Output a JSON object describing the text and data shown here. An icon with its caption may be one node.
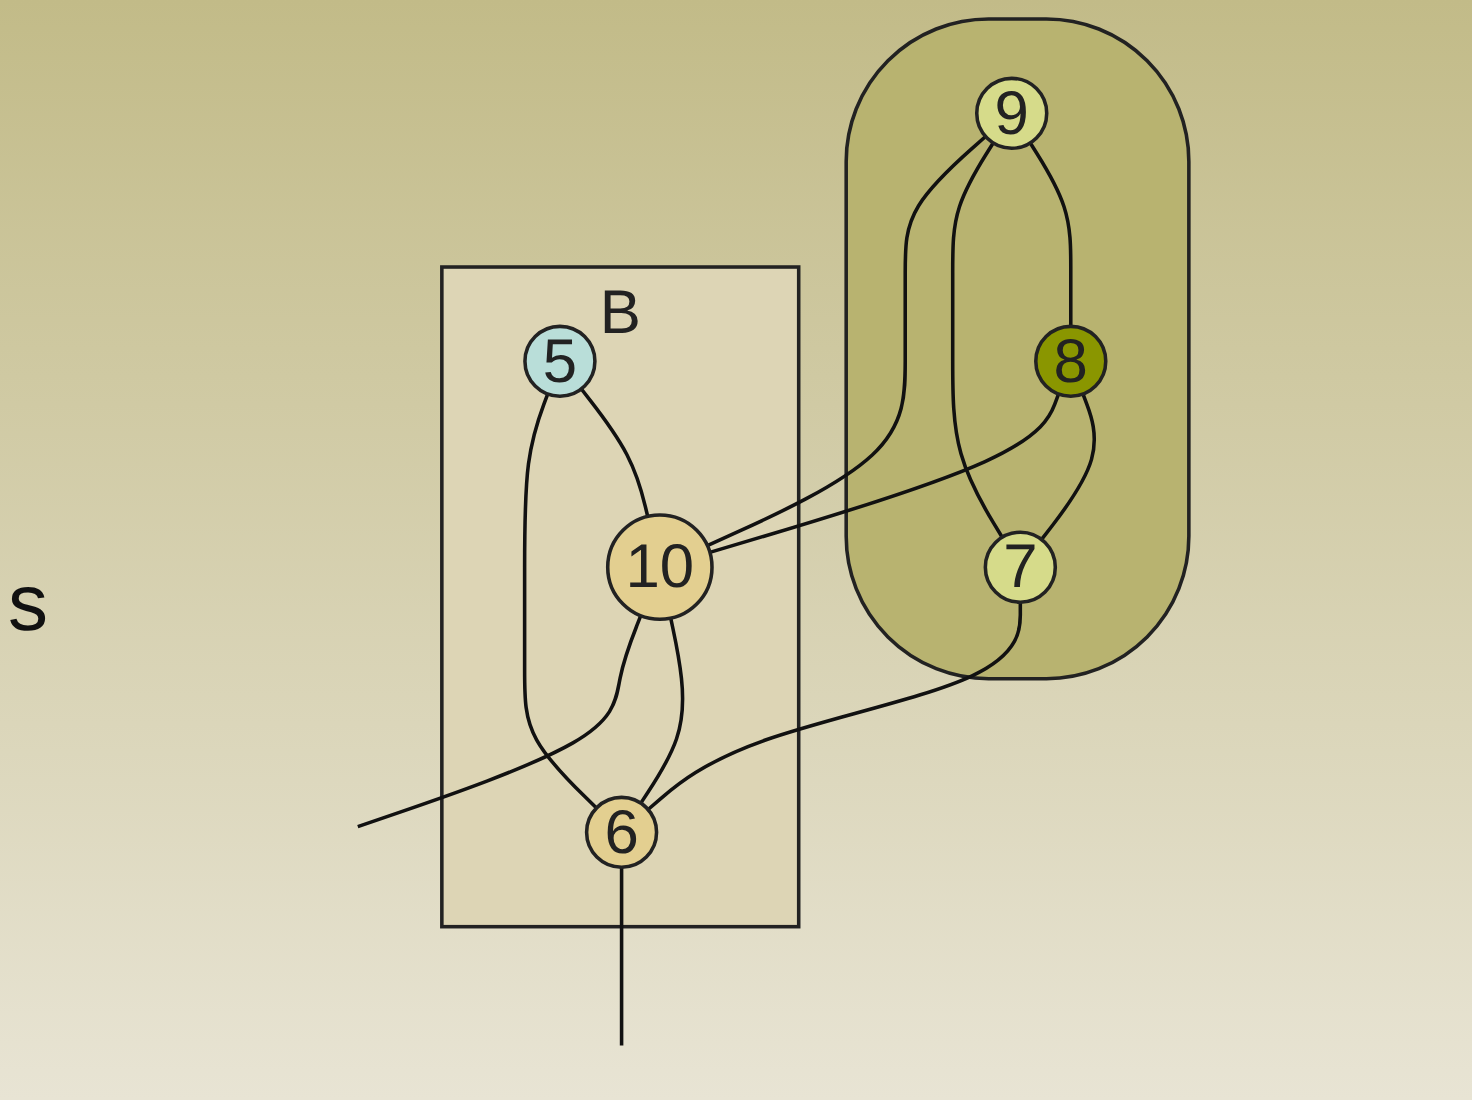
{
  "diagram": {
    "nodes": [
      {
        "text": [],
        "shape": "cloud"
      },
      {
        "text": [
          "9"
        ],
        "in": 0
      },
      {
        "text": [
          "8"
        ],
        "in": 0
      },
      {
        "text": [
          "7"
        ],
        "in": 0
      },
      {
        "text": [
          "B"
        ]
      },
      {
        "text": [
          "5"
        ],
        "in": 4
      },
      {
        "text": [
          "10"
        ],
        "in": 4
      },
      {
        "text": [
          "6"
        ],
        "in": 4
      }
    ],
    "edges": [
      {
        "from": 1,
        "to": 2,
        "arrow": "none"
      },
      {
        "from": 1,
        "to": 3,
        "arrow": "none"
      },
      {
        "from": 2,
        "to": 3,
        "arrow": "none"
      },
      {
        "from": 1,
        "to": 6,
        "arrow": "none"
      },
      {
        "from": 2,
        "to": 6,
        "arrow": "none"
      },
      {
        "from": 3,
        "to": 7,
        "arrow": "none"
      },
      {
        "from": 5,
        "to": 6,
        "arrow": "none"
      },
      {
        "from": 5,
        "to": 7,
        "arrow": "none"
      },
      {
        "from": 6,
        "to": 7,
        "arrow": "none"
      },
      {
        "from": 6,
        "to": null,
        "arrow": "none"
      },
      {
        "from": 7,
        "to": null,
        "arrow": "none"
      }
    ],
    "labels": [
      "s"
    ]
  }
}
